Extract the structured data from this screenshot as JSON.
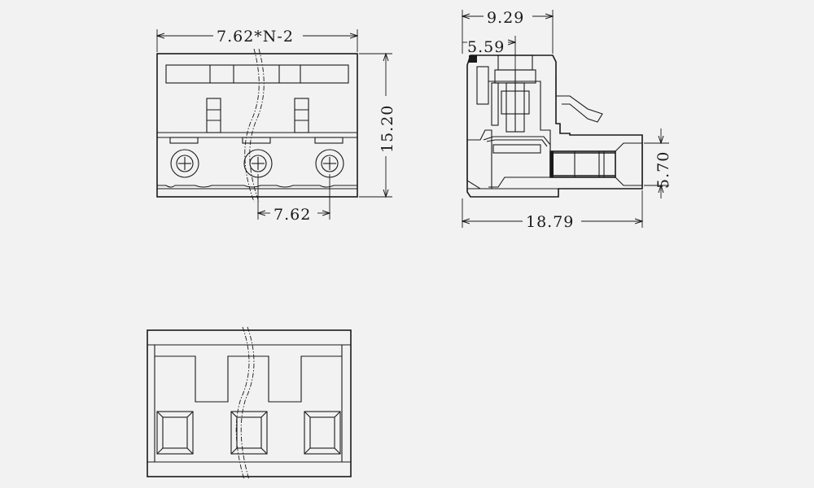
{
  "dimensions": {
    "front_width": "7.62*N-2",
    "height": "15.20",
    "pitch": "7.62",
    "top_total": "9.29",
    "top_partial": "5.59",
    "side_depth": "18.79",
    "pin_height": "5.70"
  },
  "colors": {
    "background": "#f2f2f2",
    "line": "#1a1a1a"
  }
}
